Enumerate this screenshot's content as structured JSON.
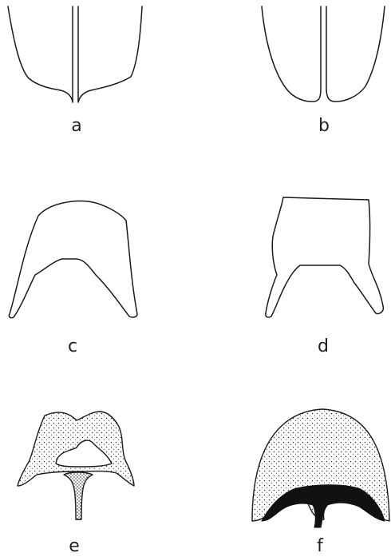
{
  "figure": {
    "panels": [
      {
        "label": "a"
      },
      {
        "label": "b"
      },
      {
        "label": "c"
      },
      {
        "label": "d"
      },
      {
        "label": "e"
      },
      {
        "label": "f"
      }
    ],
    "colors": {
      "ink": "#1a1a1a",
      "background": "#ffffff"
    }
  }
}
